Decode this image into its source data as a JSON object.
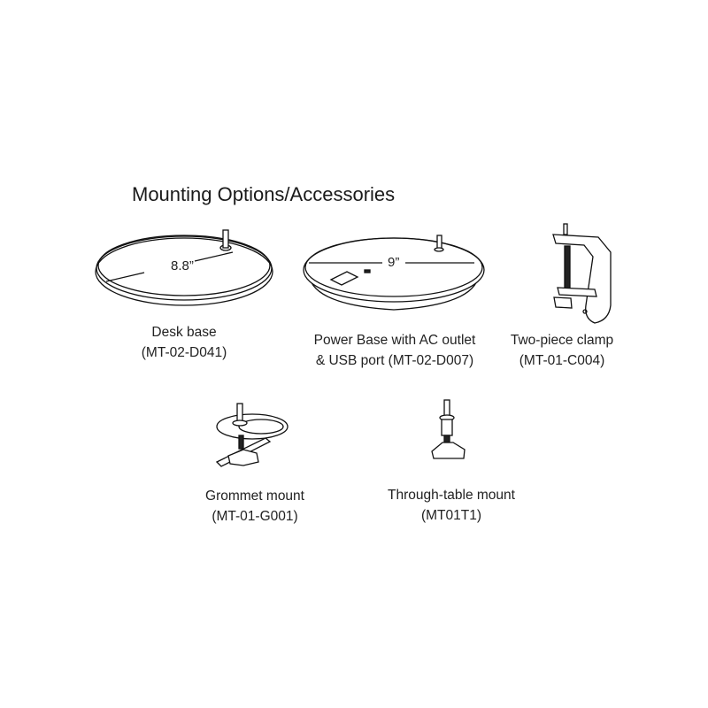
{
  "title": "Mounting Options/Accessories",
  "items": [
    {
      "name": "Desk base",
      "code": "(MT-02-D041)",
      "dimension": "8.8”"
    },
    {
      "name": "Power Base with AC outlet",
      "name2": "& USB port (MT-02-D007)",
      "dimension": "9”"
    },
    {
      "name": "Two-piece clamp",
      "code": "(MT-01-C004)"
    },
    {
      "name": "Grommet mount",
      "code": "(MT-01-G001)"
    },
    {
      "name": "Through-table mount",
      "code": "(MT01T1)"
    }
  ]
}
